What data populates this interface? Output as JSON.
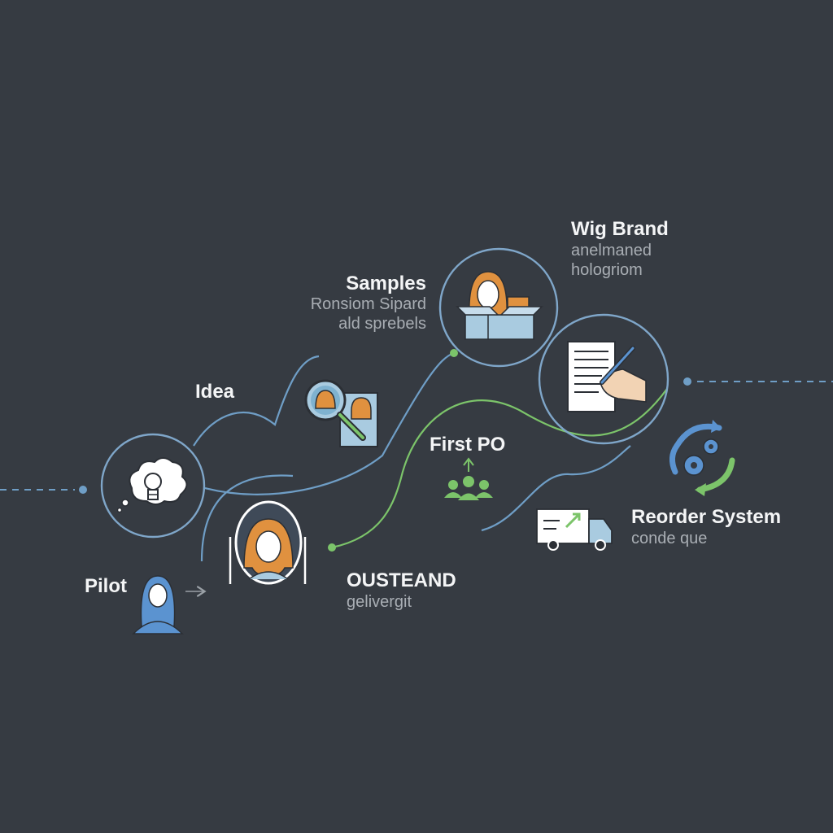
{
  "colors": {
    "background": "#363b42",
    "path_blue": "#6f9ec6",
    "path_green": "#7cc46a",
    "node_ring": "#7fa6c9",
    "accent_orange": "#e0913f",
    "accent_blue": "#5b93d0"
  },
  "stages": {
    "idea": {
      "title": "Idea",
      "icon": "lightbulb-thought-icon"
    },
    "pilot": {
      "title": "Pilot",
      "icon": "woman-avatar-icon"
    },
    "search": {
      "icon": "magnifier-profile-icon"
    },
    "portrait": {
      "icon": "woman-portrait-mirror-icon"
    },
    "samples": {
      "title": "Samples",
      "subtitle_1": "Ronsiom Sipard",
      "subtitle_2": "ald sprebels",
      "icon": "woman-box-icon"
    },
    "wig_brand": {
      "title": "Wig Brand",
      "subtitle_1": "anelmaned",
      "subtitle_2": "hologriom",
      "icon": "document-signing-icon"
    },
    "first_po": {
      "title": "First PO",
      "icon": "team-arrow-up-icon"
    },
    "ousteand": {
      "title": "OUSTEAND",
      "subtitle": "gelivergit"
    },
    "reorder": {
      "title": "Reorder System",
      "subtitle": "conde que",
      "icons": [
        "delivery-truck-icon",
        "gears-cycle-icon"
      ]
    }
  }
}
